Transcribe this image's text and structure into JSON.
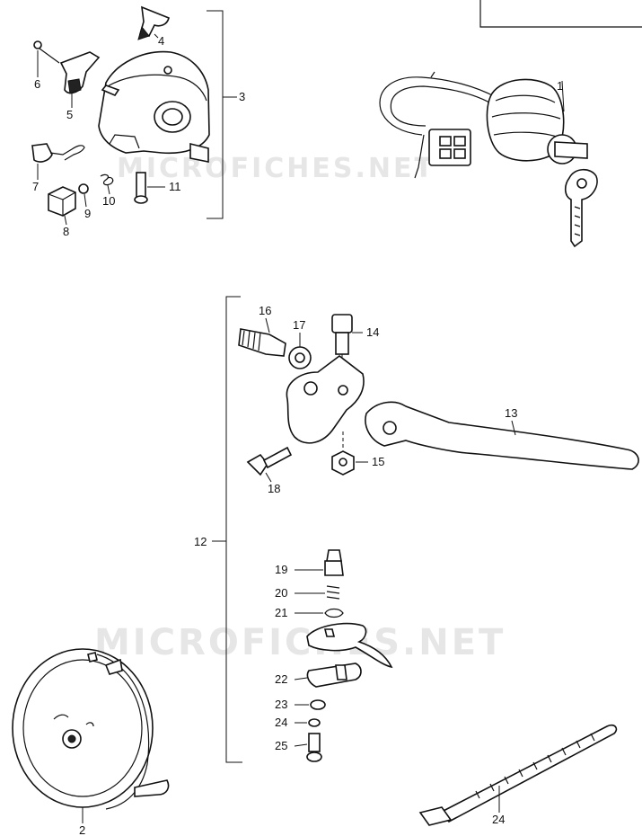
{
  "watermark": {
    "top": "MICROFICHES.NET",
    "middle": "MICROFICHES.NET"
  },
  "callouts": {
    "c1": "1",
    "c2": "2",
    "c3": "3",
    "c4": "4",
    "c5": "5",
    "c6": "6",
    "c7": "7",
    "c8": "8",
    "c9": "9",
    "c10": "10",
    "c11": "11",
    "c12": "12",
    "c13": "13",
    "c14": "14",
    "c15": "15",
    "c16": "16",
    "c17": "17",
    "c18": "18",
    "c19": "19",
    "c20": "20",
    "c21": "21",
    "c22": "22",
    "c23": "23",
    "c24": "24",
    "c25": "25",
    "c24b": "24"
  }
}
